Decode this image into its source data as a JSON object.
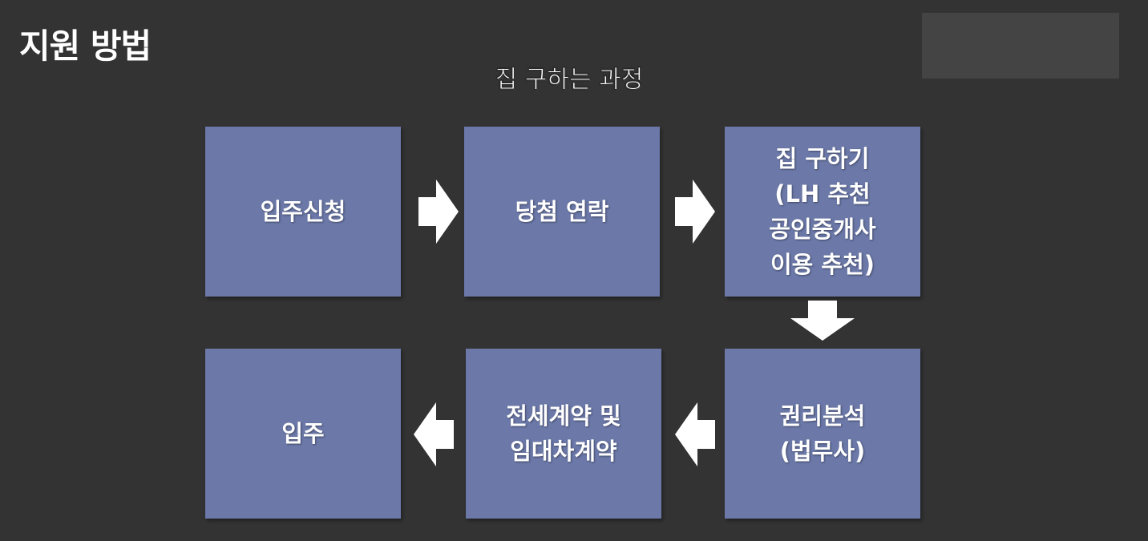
{
  "header": {
    "title": "지원 방법"
  },
  "diagram": {
    "subtitle": "집 구하는 과정",
    "steps": [
      {
        "label": "입주신청"
      },
      {
        "label": "당첨 연락"
      },
      {
        "label": "집 구하기\n(LH 추천\n공인중개사\n이용 추천)"
      },
      {
        "label": "권리분석\n(법무사)"
      },
      {
        "label": "전세계약 및\n임대차계약"
      },
      {
        "label": "입주"
      }
    ]
  },
  "colors": {
    "box": "#6b78a8",
    "background": "#333333",
    "arrow": "#ffffff"
  }
}
